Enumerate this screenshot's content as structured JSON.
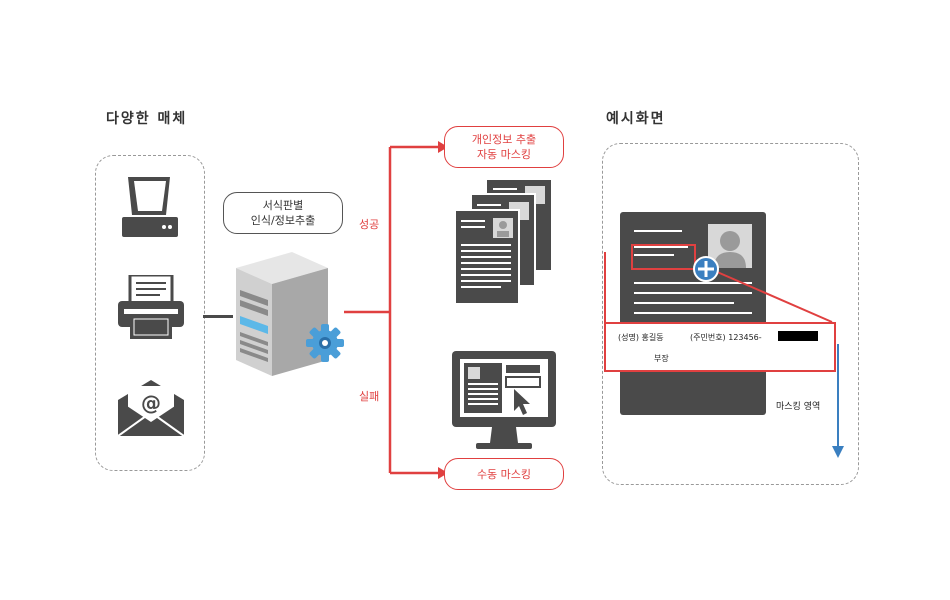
{
  "left_section": {
    "title": "다양한 매체"
  },
  "center": {
    "process_line1": "서식판별",
    "process_line2": "인식/정보추출"
  },
  "branches": {
    "success_label": "성공",
    "fail_label": "실패",
    "auto_line1": "개인정보 추출",
    "auto_line2": "자동 마스킹",
    "manual": "수동 마스킹"
  },
  "right_section": {
    "title": "예시화면",
    "zoom_line1_name": "(성명) 홍길동",
    "zoom_line1_id": "(주민번호) 123456-",
    "zoom_line2": "부장",
    "masking_label": "마스킹 영역"
  },
  "colors": {
    "accent_red": "#e04040",
    "dark_gray": "#4a4a4a",
    "arrow_blue": "#3a7fc0",
    "gear_blue": "#4a9ed8"
  }
}
